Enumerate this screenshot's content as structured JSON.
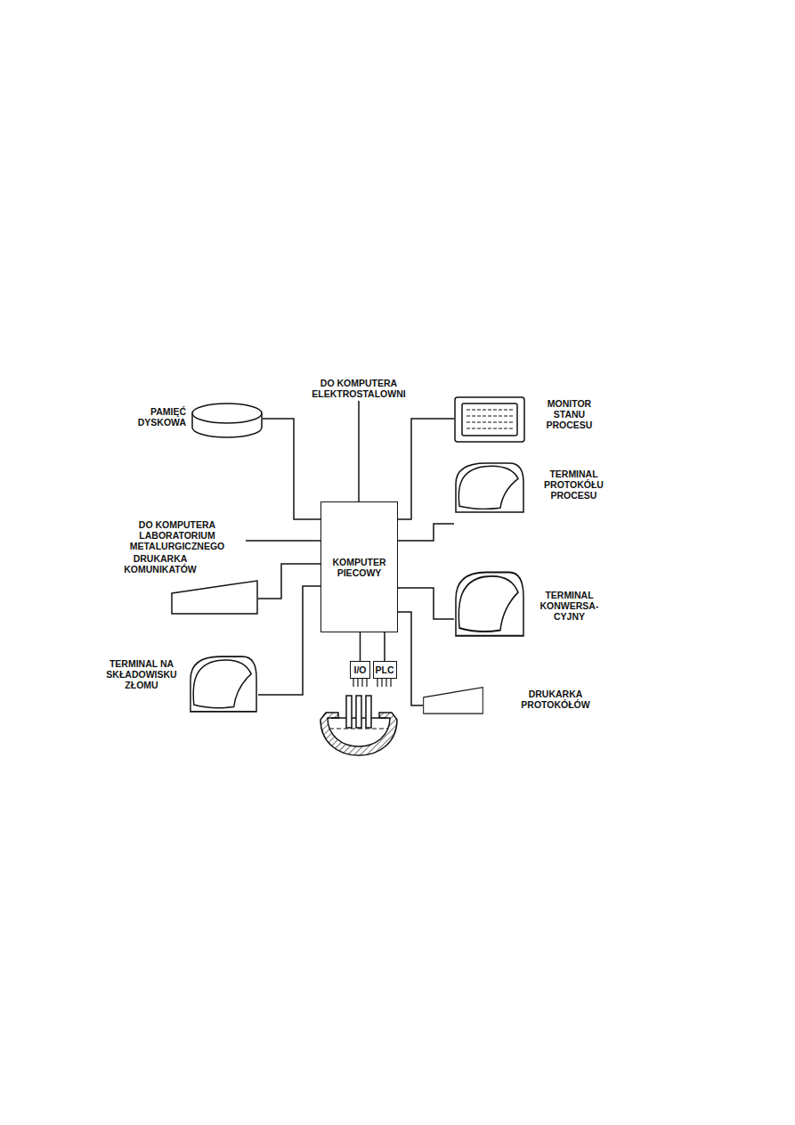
{
  "diagram": {
    "nodes": [
      {
        "text": [
          "PAMIĘĆ DYSKOWA"
        ]
      },
      {
        "text": [
          "MONITOR STANU PROCESU"
        ]
      },
      {
        "text": [
          "KOMPUTER PIECOWY"
        ]
      },
      {
        "text": [
          "TERMINAL PROTOKÓŁU PROCESU"
        ]
      },
      {
        "text": [
          "DRUKARKA KOMUNIKATÓW"
        ]
      },
      {
        "text": [
          "TERMINAL KONWERSA- CYJNY"
        ]
      },
      {
        "text": [
          "I/O"
        ]
      },
      {
        "text": [
          "PLC"
        ]
      },
      {
        "text": [
          "TERMINAL NA SKŁADOWISKU ZŁOMU"
        ]
      },
      {
        "text": [
          "DRUKARKA PROTOKÓŁÓW"
        ]
      }
    ],
    "edges": [
      {
        "from": 2,
        "to": 0,
        "arrow": "none"
      },
      {
        "from": 2,
        "to": 1,
        "arrow": "none"
      },
      {
        "from": 2,
        "to": 3,
        "arrow": "none"
      },
      {
        "from": 2,
        "to": 4,
        "arrow": "none"
      },
      {
        "from": 2,
        "to": 5,
        "arrow": "none"
      },
      {
        "from": 2,
        "to": 6,
        "arrow": "none"
      },
      {
        "from": 2,
        "to": 7,
        "arrow": "none"
      },
      {
        "from": 2,
        "to": 8,
        "arrow": "none"
      },
      {
        "from": 2,
        "to": 9,
        "arrow": "none"
      }
    ],
    "labels": [
      "DO KOMPUTERA ELEKTROSTALOWNI",
      "DO KOMPUTERA LABORATORIUM METALURGICZNEGO"
    ]
  }
}
